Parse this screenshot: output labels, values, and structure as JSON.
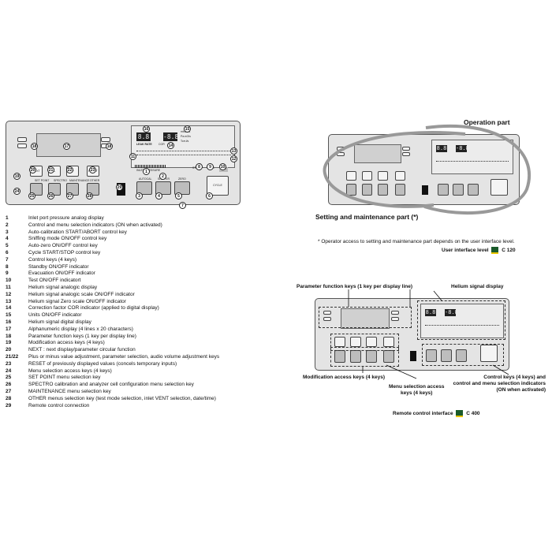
{
  "legend": [
    {
      "num": "1",
      "text": "Inlet port pressure analog display"
    },
    {
      "num": "2",
      "text": "Control and menu selection indicators (ON when activated)"
    },
    {
      "num": "3",
      "text": "Auto-calibration START/ABORT control key"
    },
    {
      "num": "4",
      "text": "Sniffing mode ON/OFF control key"
    },
    {
      "num": "5",
      "text": "Auto-zero ON/OFF control key"
    },
    {
      "num": "6",
      "text": "Cycle START/STOP control key"
    },
    {
      "num": "7",
      "text": "Control keys (4 keys)"
    },
    {
      "num": "8",
      "text": "Standby ON/OFF indicator"
    },
    {
      "num": "9",
      "text": "Evacuation ON/OFF indicator"
    },
    {
      "num": "10",
      "text": "Test ON/OFF indicatort"
    },
    {
      "num": "11",
      "text": "Helium signal analogic display"
    },
    {
      "num": "12",
      "text": "Helium signal analogic scale ON/OFF indicator"
    },
    {
      "num": "13",
      "text": "Helium signal Zero scale ON/OFF indicator"
    },
    {
      "num": "14",
      "text": "Correction factor COR indicator (applied to digital display)"
    },
    {
      "num": "15",
      "text": "Units ON/OFF indicator"
    },
    {
      "num": "16",
      "text": "Helium signal digital display"
    },
    {
      "num": "17",
      "text": "Alphanumeric display (4 lines x 20 characters)"
    },
    {
      "num": "18",
      "text": "Parameter function keys (1 key per display line)"
    },
    {
      "num": "19",
      "text": "Modification access keys (4 keys)"
    },
    {
      "num": "20",
      "text": "NEXT : next display/parameter circular function"
    },
    {
      "num": "21/22",
      "text": "Plus or minus value adjustment, parameter selection, audio volume adjustment keys"
    },
    {
      "num": "23",
      "text": "RESET of previously displayed values (concels temporary inputs)"
    },
    {
      "num": "24",
      "text": "Menu selection access keys (4 keys)"
    },
    {
      "num": "25",
      "text": "SET POINT menu selection key"
    },
    {
      "num": "26",
      "text": "SPECTRO calibration and analyzer cell configuration menu selection key"
    },
    {
      "num": "27",
      "text": "MAINTENANCE menu selection key"
    },
    {
      "num": "28",
      "text": "OTHER menus selection key (test mode selection, inlet VENT selection, date/time)"
    },
    {
      "num": "29",
      "text": "Remote control connection"
    }
  ],
  "top_right": {
    "operation_part": "Operation part",
    "setting_part": "Setting and maintenance part (*)",
    "note": "* Operator access to setting and maintenance part depends on the user interface level.",
    "ref_label": "User interface level",
    "ref_code": "C 120"
  },
  "bottom_right": {
    "param_keys": "Parameter function keys (1 key per display line)",
    "helium_display": "Helium signal display",
    "mod_keys": "Modification access keys (4 keys)",
    "menu_keys_1": "Menu selection access",
    "menu_keys_2": "keys (4 keys)",
    "control_keys_1": "Control keys (4 keys) and",
    "control_keys_2": "control and menu selection indicators",
    "control_keys_3": "(ON when activated)",
    "remote_label": "Remote control interface",
    "remote_code": "C 400"
  },
  "panel": {
    "leak_rate": "LEAK RATE",
    "cor": "COR",
    "mbar": "mbar.l/s",
    "pam3": "Pa.m3/s",
    "torr": "Torr.l/s",
    "inlet_pressure": "INLET PRESSURE",
    "start": "START",
    "sync": "SYNC",
    "test": "TEST",
    "cycle": "CYCLE",
    "next": "NEXT",
    "minus": "-",
    "plus": "+",
    "reset": "RESET",
    "set_point": "SET POINT",
    "spectro": "SPECTRO",
    "maintenance": "MAINTENANCE",
    "other": "OTHER",
    "autocal": "AUTOCAL",
    "sniffer": "SNIFFER",
    "zero": "ZERO",
    "digits": "8.8",
    "exp": "-8.8"
  },
  "colors": {
    "panel": "#e4e4e4",
    "ref_icon": "#1a5a2a",
    "ref_icon_accent": "#e8c400"
  }
}
